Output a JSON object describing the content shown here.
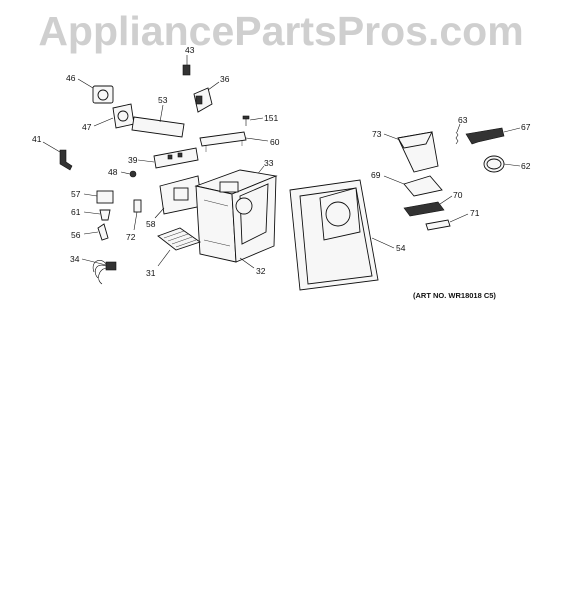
{
  "watermark": "AppliancePartsPros.com",
  "art_number": "(ART NO. WR18018 C5)",
  "callouts": {
    "c31": "31",
    "c32": "32",
    "c33": "33",
    "c34": "34",
    "c36": "36",
    "c39": "39",
    "c41": "41",
    "c43": "43",
    "c46": "46",
    "c47": "47",
    "c48": "48",
    "c53": "53",
    "c54": "54",
    "c56": "56",
    "c57": "57",
    "c58": "58",
    "c60": "60",
    "c61": "61",
    "c62": "62",
    "c63": "63",
    "c67": "67",
    "c69": "69",
    "c70": "70",
    "c71": "71",
    "c72": "72",
    "c73": "73",
    "c151": "151"
  }
}
